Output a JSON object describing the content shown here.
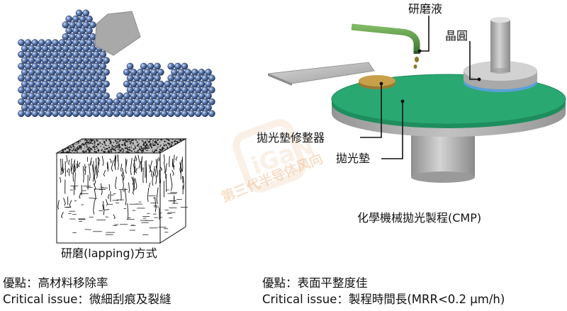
{
  "labels": {
    "slurry": "研磨液",
    "wafer": "晶圓",
    "conditioner": "拋光墊修整器",
    "pad": "拋光墊"
  },
  "captions": {
    "lapping": "研磨(lapping)方式",
    "cmp": "化學機械拋光製程(CMP)"
  },
  "left_notes": {
    "advantage": "優點：高材料移除率",
    "issue": "Critical issue：微細刮痕及裂縫"
  },
  "right_notes": {
    "advantage": "優點：表面平整度佳",
    "issue": "Critical issue：製程時間長(MRR<0.2 μm/h)"
  },
  "watermark": {
    "logo_text": "iGaN",
    "text": "第三代半导体风向"
  },
  "colors": {
    "atom": "#2e4d8a",
    "pad_top": "#2aa872",
    "machine_gray": "#b5b5b5",
    "conditioner_pad": "#c8a04a",
    "slurry_arm": "#4b8a3c"
  }
}
